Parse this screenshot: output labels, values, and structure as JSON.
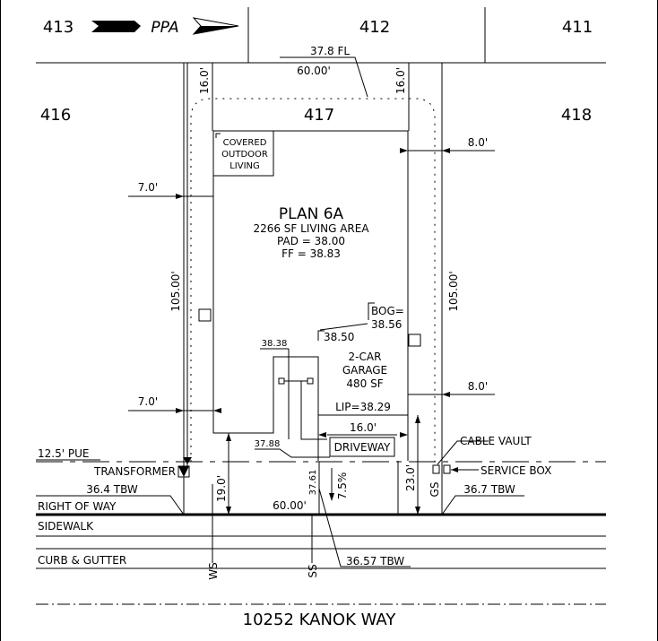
{
  "lots": {
    "lot_413": "413",
    "lot_412": "412",
    "lot_411": "411",
    "lot_416": "416",
    "lot_417": "417",
    "lot_418": "418"
  },
  "north_arrow_text": "PPA",
  "dimensions": {
    "fl": "37.8 FL",
    "top_width": "60.00'",
    "rear_left": "16.0'",
    "rear_right": "16.0'",
    "side_left_top": "7.0'",
    "side_left_bottom": "7.0'",
    "side_right_top": "8.0'",
    "side_right_bottom": "8.0'",
    "depth_left": "105.00'",
    "depth_right": "105.00'",
    "front_left": "19.0'",
    "front_right": "23.0'",
    "front_width": "60.00'",
    "driveway_width": "16.0'",
    "slope": "7.5%",
    "elev_3761": "37.61",
    "elev_3788": "37.88",
    "elev_3838": "38.38",
    "elev_3850": "38.50"
  },
  "plan": {
    "name": "PLAN 6A",
    "living": "2266 SF LIVING AREA",
    "pad": "PAD = 38.00",
    "ff": "FF = 38.83"
  },
  "covered": [
    "COVERED",
    "OUTDOOR",
    "LIVING"
  ],
  "garage": [
    "2-CAR",
    "GARAGE",
    "480 SF"
  ],
  "bog": [
    "BOG=",
    "38.56"
  ],
  "lip": "LIP=38.29",
  "labels": {
    "driveway": "DRIVEWAY",
    "cable_vault": "CABLE VAULT",
    "service_box": "SERVICE BOX",
    "transformer": "TRANSFORMER",
    "pue": "12.5' PUE",
    "tbw_left": "36.4 TBW",
    "tbw_right": "36.7 TBW",
    "tbw_bottom": "36.57 TBW",
    "row": "RIGHT OF WAY",
    "sidewalk": "SIDEWALK",
    "curb": "CURB & GUTTER",
    "ws": "WS",
    "ss": "SS",
    "gs": "GS"
  },
  "street": "10252 KANOK WAY"
}
